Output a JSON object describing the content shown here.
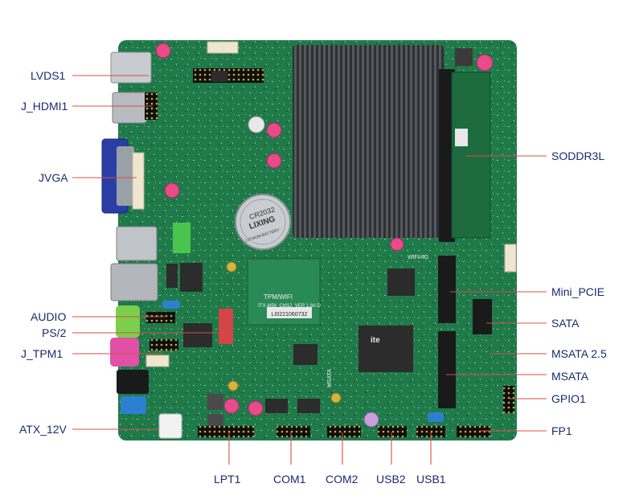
{
  "board": {
    "battery_brand": "LIXING",
    "battery_model": "CR2032",
    "battery_sub": "LITHIUM BATTERY",
    "board_model": "ITX-M56_CM12_VER 1.8A D",
    "board_serial": "LI0221060732",
    "tpm_text": "TPM/WIFI",
    "wifi_text": "WIFI/4G",
    "msata_text": "MSATA",
    "chip_logo": "ite"
  },
  "callouts": {
    "left": [
      {
        "id": "lvds1",
        "text": "LVDS1"
      },
      {
        "id": "jhdmi1",
        "text": "J_HDMI1"
      },
      {
        "id": "jvga",
        "text": "JVGA"
      },
      {
        "id": "audio",
        "text": "AUDIO"
      },
      {
        "id": "ps2",
        "text": "PS/2"
      },
      {
        "id": "jtpm1",
        "text": "J_TPM1"
      },
      {
        "id": "atx12v",
        "text": "ATX_12V"
      }
    ],
    "right": [
      {
        "id": "soddr3l",
        "text": "SODDR3L"
      },
      {
        "id": "minipcie",
        "text": "Mini_PCIE"
      },
      {
        "id": "sata",
        "text": "SATA"
      },
      {
        "id": "msata25",
        "text": "MSATA 2.5"
      },
      {
        "id": "msata",
        "text": "MSATA"
      },
      {
        "id": "gpio1",
        "text": "GPIO1"
      },
      {
        "id": "fp1",
        "text": "FP1"
      }
    ],
    "bottom": [
      {
        "id": "lpt1",
        "text": "LPT1"
      },
      {
        "id": "com1",
        "text": "COM1"
      },
      {
        "id": "com2",
        "text": "COM2"
      },
      {
        "id": "usb2",
        "text": "USB2"
      },
      {
        "id": "usb1",
        "text": "USB1"
      }
    ]
  },
  "colors": {
    "pcb": "#1f7a4a",
    "pcb_dark": "#155c36",
    "leader": "#d6504a",
    "label_text": "#1a2a6e",
    "heatsink": "#3b3f44",
    "vga_blue": "#2a3fa6",
    "audio_green": "#7ccf4a",
    "audio_pink": "#e24fa6"
  }
}
